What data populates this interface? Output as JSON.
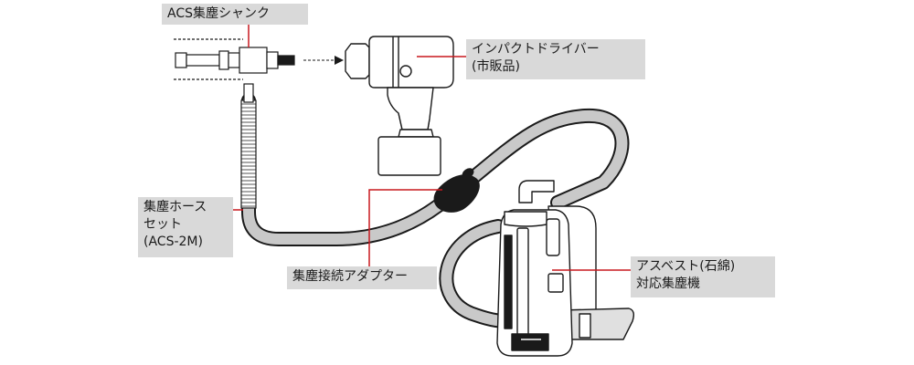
{
  "labels": {
    "shank": {
      "lines": [
        "ACS集塵シャンク"
      ]
    },
    "driver": {
      "lines": [
        "インパクトドライバー",
        "(市販品)"
      ]
    },
    "hose": {
      "lines": [
        "集塵ホース",
        "セット",
        "(ACS-2M)"
      ]
    },
    "adapter": {
      "lines": [
        "集塵接続アダプター"
      ]
    },
    "collector": {
      "lines": [
        "アスベスト(石綿)",
        "対応集塵機"
      ]
    }
  },
  "colors": {
    "leader_line": "#c8191f",
    "label_background": "#d9d9d9",
    "hose_fill": "#c9c9c9",
    "line_art": "#1a1a1a"
  }
}
